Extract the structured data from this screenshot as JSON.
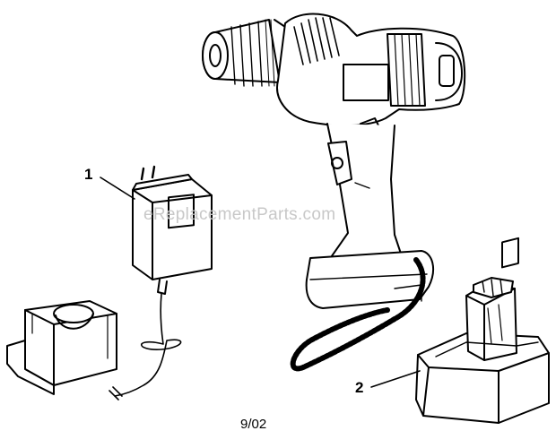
{
  "diagram": {
    "callouts": [
      {
        "number": "1",
        "part": "charger-adapter"
      },
      {
        "number": "2",
        "part": "battery-pack"
      }
    ],
    "date_code": "9/02",
    "watermark": "eReplacementParts.com"
  },
  "colors": {
    "line": "#000000",
    "background": "#ffffff",
    "watermark": "#c8c8c8"
  }
}
